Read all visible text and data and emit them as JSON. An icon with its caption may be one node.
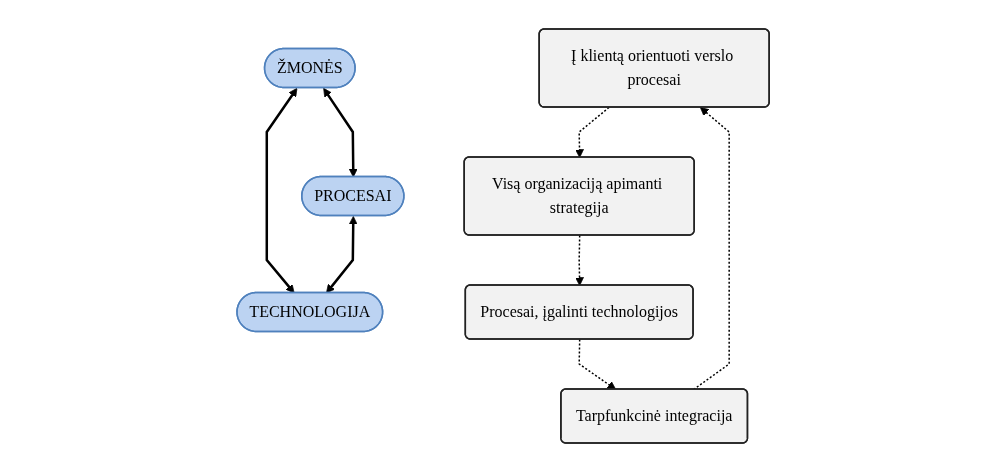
{
  "diagram": {
    "nodes": [
      {
        "text": [
          "Į klientą orientuoti verslo procesai"
        ]
      },
      {
        "text": [
          "Tarpfunkcinė integracija"
        ]
      },
      {
        "text": [
          "ŽMONĖS"
        ]
      },
      {
        "text": [
          "PROCESAI"
        ]
      },
      {
        "text": [
          "TECHNOLOGIJA"
        ]
      },
      {
        "text": [
          "Visą organizaciją apimanti strategija"
        ]
      },
      {
        "text": [
          "Procesai, įgalinti technologijos"
        ]
      }
    ],
    "edges": [
      {
        "from": 1,
        "to": 0,
        "arrow": "to",
        "style": "dashed"
      },
      {
        "from": 0,
        "to": 5,
        "arrow": "to",
        "style": "dashed"
      },
      {
        "from": 5,
        "to": 6,
        "arrow": "to",
        "style": "dashed"
      },
      {
        "from": 6,
        "to": 1,
        "arrow": "to",
        "style": "dashed"
      },
      {
        "from": 2,
        "to": 3,
        "arrow": "both"
      },
      {
        "from": 2,
        "to": 4,
        "arrow": "both"
      },
      {
        "from": 3,
        "to": 4,
        "arrow": "both"
      }
    ]
  }
}
